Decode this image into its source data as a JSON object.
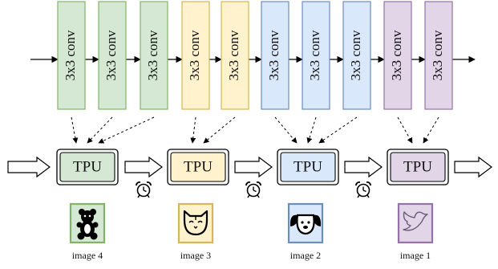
{
  "conv_label": "3x3 conv",
  "tpu_label": "TPU",
  "groups": [
    {
      "fill": "#d5e8d4",
      "stroke": "#82b366",
      "image_label": "image 4",
      "icon": "teddy-bear-icon"
    },
    {
      "fill": "#fff2cc",
      "stroke": "#d6b656",
      "image_label": "image 3",
      "icon": "cat-icon"
    },
    {
      "fill": "#dae8fc",
      "stroke": "#6c8ebf",
      "image_label": "image 2",
      "icon": "dog-icon"
    },
    {
      "fill": "#e1d5e7",
      "stroke": "#9673a6",
      "image_label": "image 1",
      "icon": "bird-icon"
    }
  ],
  "conv_groups": [
    0,
    0,
    0,
    1,
    1,
    2,
    2,
    2,
    3,
    3
  ],
  "conv_tpu_links": [
    0,
    0,
    0,
    1,
    1,
    2,
    2,
    2,
    3,
    3
  ],
  "clock_icon": "alarm-clock-icon"
}
